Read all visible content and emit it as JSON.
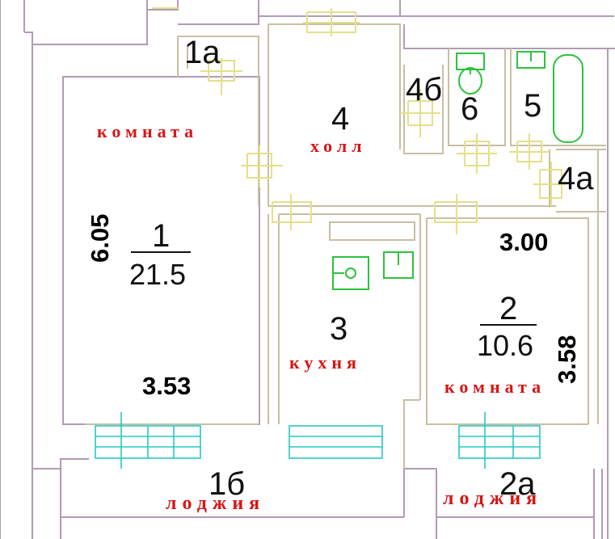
{
  "colors": {
    "wall": "#b29bb4",
    "partition": "#c8bfa3",
    "door": "#e4e08a",
    "window": "#27c8c2",
    "fixture": "#2bc23d",
    "label_red": "#d81515",
    "text": "#111111"
  },
  "rooms": {
    "r1": {
      "number": "1",
      "area": "21.5",
      "name": "комната",
      "dim_width": "3.53",
      "dim_height": "6.05"
    },
    "r2": {
      "number": "2",
      "area": "10.6",
      "name": "комната",
      "dim_width": "3.00",
      "dim_height": "3.58"
    },
    "r3": {
      "number": "3",
      "name": "кухня"
    },
    "r4": {
      "number": "4",
      "name": "холл"
    },
    "r5": {
      "number": "5"
    },
    "r6": {
      "number": "6"
    },
    "r1a": {
      "number": "1а"
    },
    "r1b": {
      "number": "1б",
      "name": "лоджия"
    },
    "r2a": {
      "number": "2а",
      "name": "лоджия"
    },
    "r4a": {
      "number": "4а"
    },
    "r4b": {
      "number": "4б"
    }
  }
}
